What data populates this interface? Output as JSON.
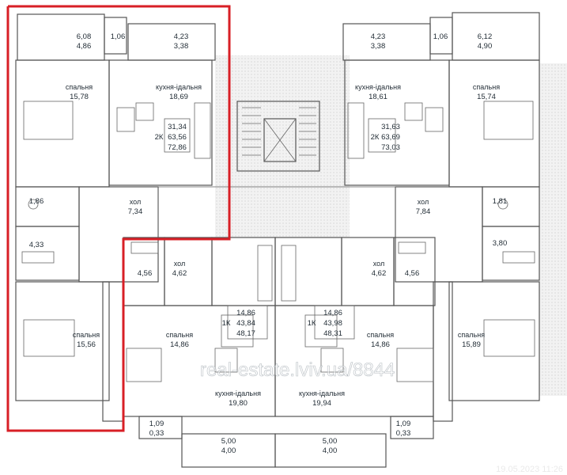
{
  "colors": {
    "blue": "#cfe0ec",
    "blue_room": "#d8e6f1",
    "grey": "#d7d7d9",
    "grey_dark": "#c9c9cc",
    "highlight": "#d81f26"
  },
  "rooms": {
    "tl_bal_big": [
      "6,08",
      "4,86"
    ],
    "tl_bal_small": "1,06",
    "tl_bal_right": [
      "4,23",
      "3,38"
    ],
    "tl_bed": [
      "спальня",
      "15,78"
    ],
    "tl_kitchen": [
      "кухня-ідальня",
      "18,69"
    ],
    "tl_bath_small": "1,86",
    "tl_hall": [
      "хол",
      "7,34"
    ],
    "tl_bath": "4,33",
    "tl_bed2": [
      "спальня",
      "15,56"
    ],
    "tr_bal_left": [
      "4,23",
      "3,38"
    ],
    "tr_bal_small": "1,06",
    "tr_bal_big": [
      "6,12",
      "4,90"
    ],
    "tr_kitchen": [
      "кухня-ідальня",
      "18,61"
    ],
    "tr_bed": [
      "спальня",
      "15,74"
    ],
    "tr_hall": [
      "хол",
      "7,84"
    ],
    "tr_bath_small": "1,81",
    "tr_bath": "3,80",
    "tr_bed2": [
      "спальня",
      "15,89"
    ],
    "bl_bath": "4,56",
    "bl_hall": [
      "хол",
      "4,62"
    ],
    "bl_bed": [
      "спальня",
      "14,86"
    ],
    "bl_kitchen": [
      "кухня-ідальня",
      "19,80"
    ],
    "bl_bal": [
      "1,09",
      "0,33"
    ],
    "bc_bal_left": [
      "5,00",
      "4,00"
    ],
    "bc_bal_right": [
      "5,00",
      "4,00"
    ],
    "br_hall": [
      "хол",
      "4,62"
    ],
    "br_bath": "4,56",
    "br_bed": [
      "спальня",
      "14,86"
    ],
    "br_kitchen": [
      "кухня-ідальня",
      "19,94"
    ],
    "br_bal": [
      "1,09",
      "0,33"
    ]
  },
  "units": {
    "tl": {
      "rooms": "2К",
      "lines": [
        "31,34",
        "63,56",
        "72,86"
      ]
    },
    "tr": {
      "rooms": "2К",
      "lines": [
        "31,63",
        "63,69",
        "73,03"
      ]
    },
    "bl": {
      "rooms": "1К",
      "lines": [
        "14,86",
        "43,84",
        "48,17"
      ]
    },
    "br": {
      "rooms": "1К",
      "lines": [
        "14,86",
        "43,98",
        "48,31"
      ]
    }
  },
  "watermark": "real-estate.lviv.ua/8844",
  "timestamp": "19.05.2023 11:26"
}
